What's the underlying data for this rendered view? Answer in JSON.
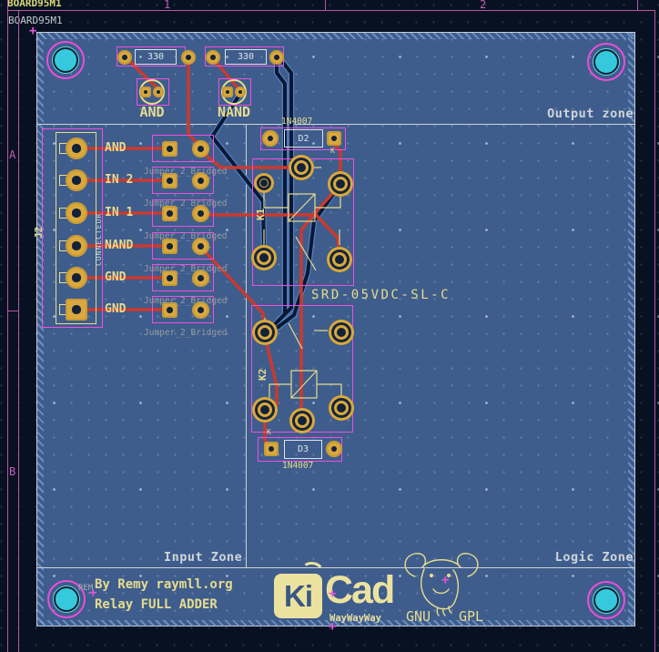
{
  "title_block": {
    "sheet_name_outer": "BOARD95M1",
    "sheet_name_inner": "BOARD95M1"
  },
  "ruler": {
    "h": [
      "1",
      "2"
    ],
    "v": [
      "A",
      "B"
    ]
  },
  "zones": {
    "output": "Output zone",
    "input": "Input Zone",
    "logic": "Logic Zone"
  },
  "resistors": [
    {
      "value": "330"
    },
    {
      "value": "330"
    }
  ],
  "leds": [
    {
      "label": "AND"
    },
    {
      "label": "NAND"
    }
  ],
  "diodes": [
    {
      "ref": "D2",
      "value": "1N4007",
      "pin_label": "K"
    },
    {
      "ref": "D3",
      "value": "1N4007",
      "pin_label": "K"
    }
  ],
  "connector": {
    "ref": "J2",
    "fab_name": "CONNECTEUR",
    "rows": [
      "AND",
      "IN 2",
      "IN 1",
      "NAND",
      "GND",
      "GND"
    ]
  },
  "jumpers": {
    "fab_label": "Jumper_2_Bridged"
  },
  "relays": {
    "ref1": "K1",
    "ref2": "K2",
    "value": "SRD-05VDC-SL-C"
  },
  "footer": {
    "byline": "By Remy  raymll.org",
    "board_title": "Relay FULL ADDER",
    "fab_text": "REM"
  },
  "logo": {
    "ki": "Ki",
    "cad": "Cad",
    "tagline": "WayWayWay"
  },
  "license": {
    "left": "GNU",
    "right": "GPL"
  },
  "colors": {
    "board": "#3e5d8c",
    "background": "#081122",
    "silkscreen": "#e7dc8e",
    "copper_front": "#c93a2e",
    "copper_back": "#4f81c7",
    "courtyard": "#ee4fe0",
    "ruler": "#b558a4",
    "pad": "#d9a93f",
    "hole": "#36c9dd"
  }
}
